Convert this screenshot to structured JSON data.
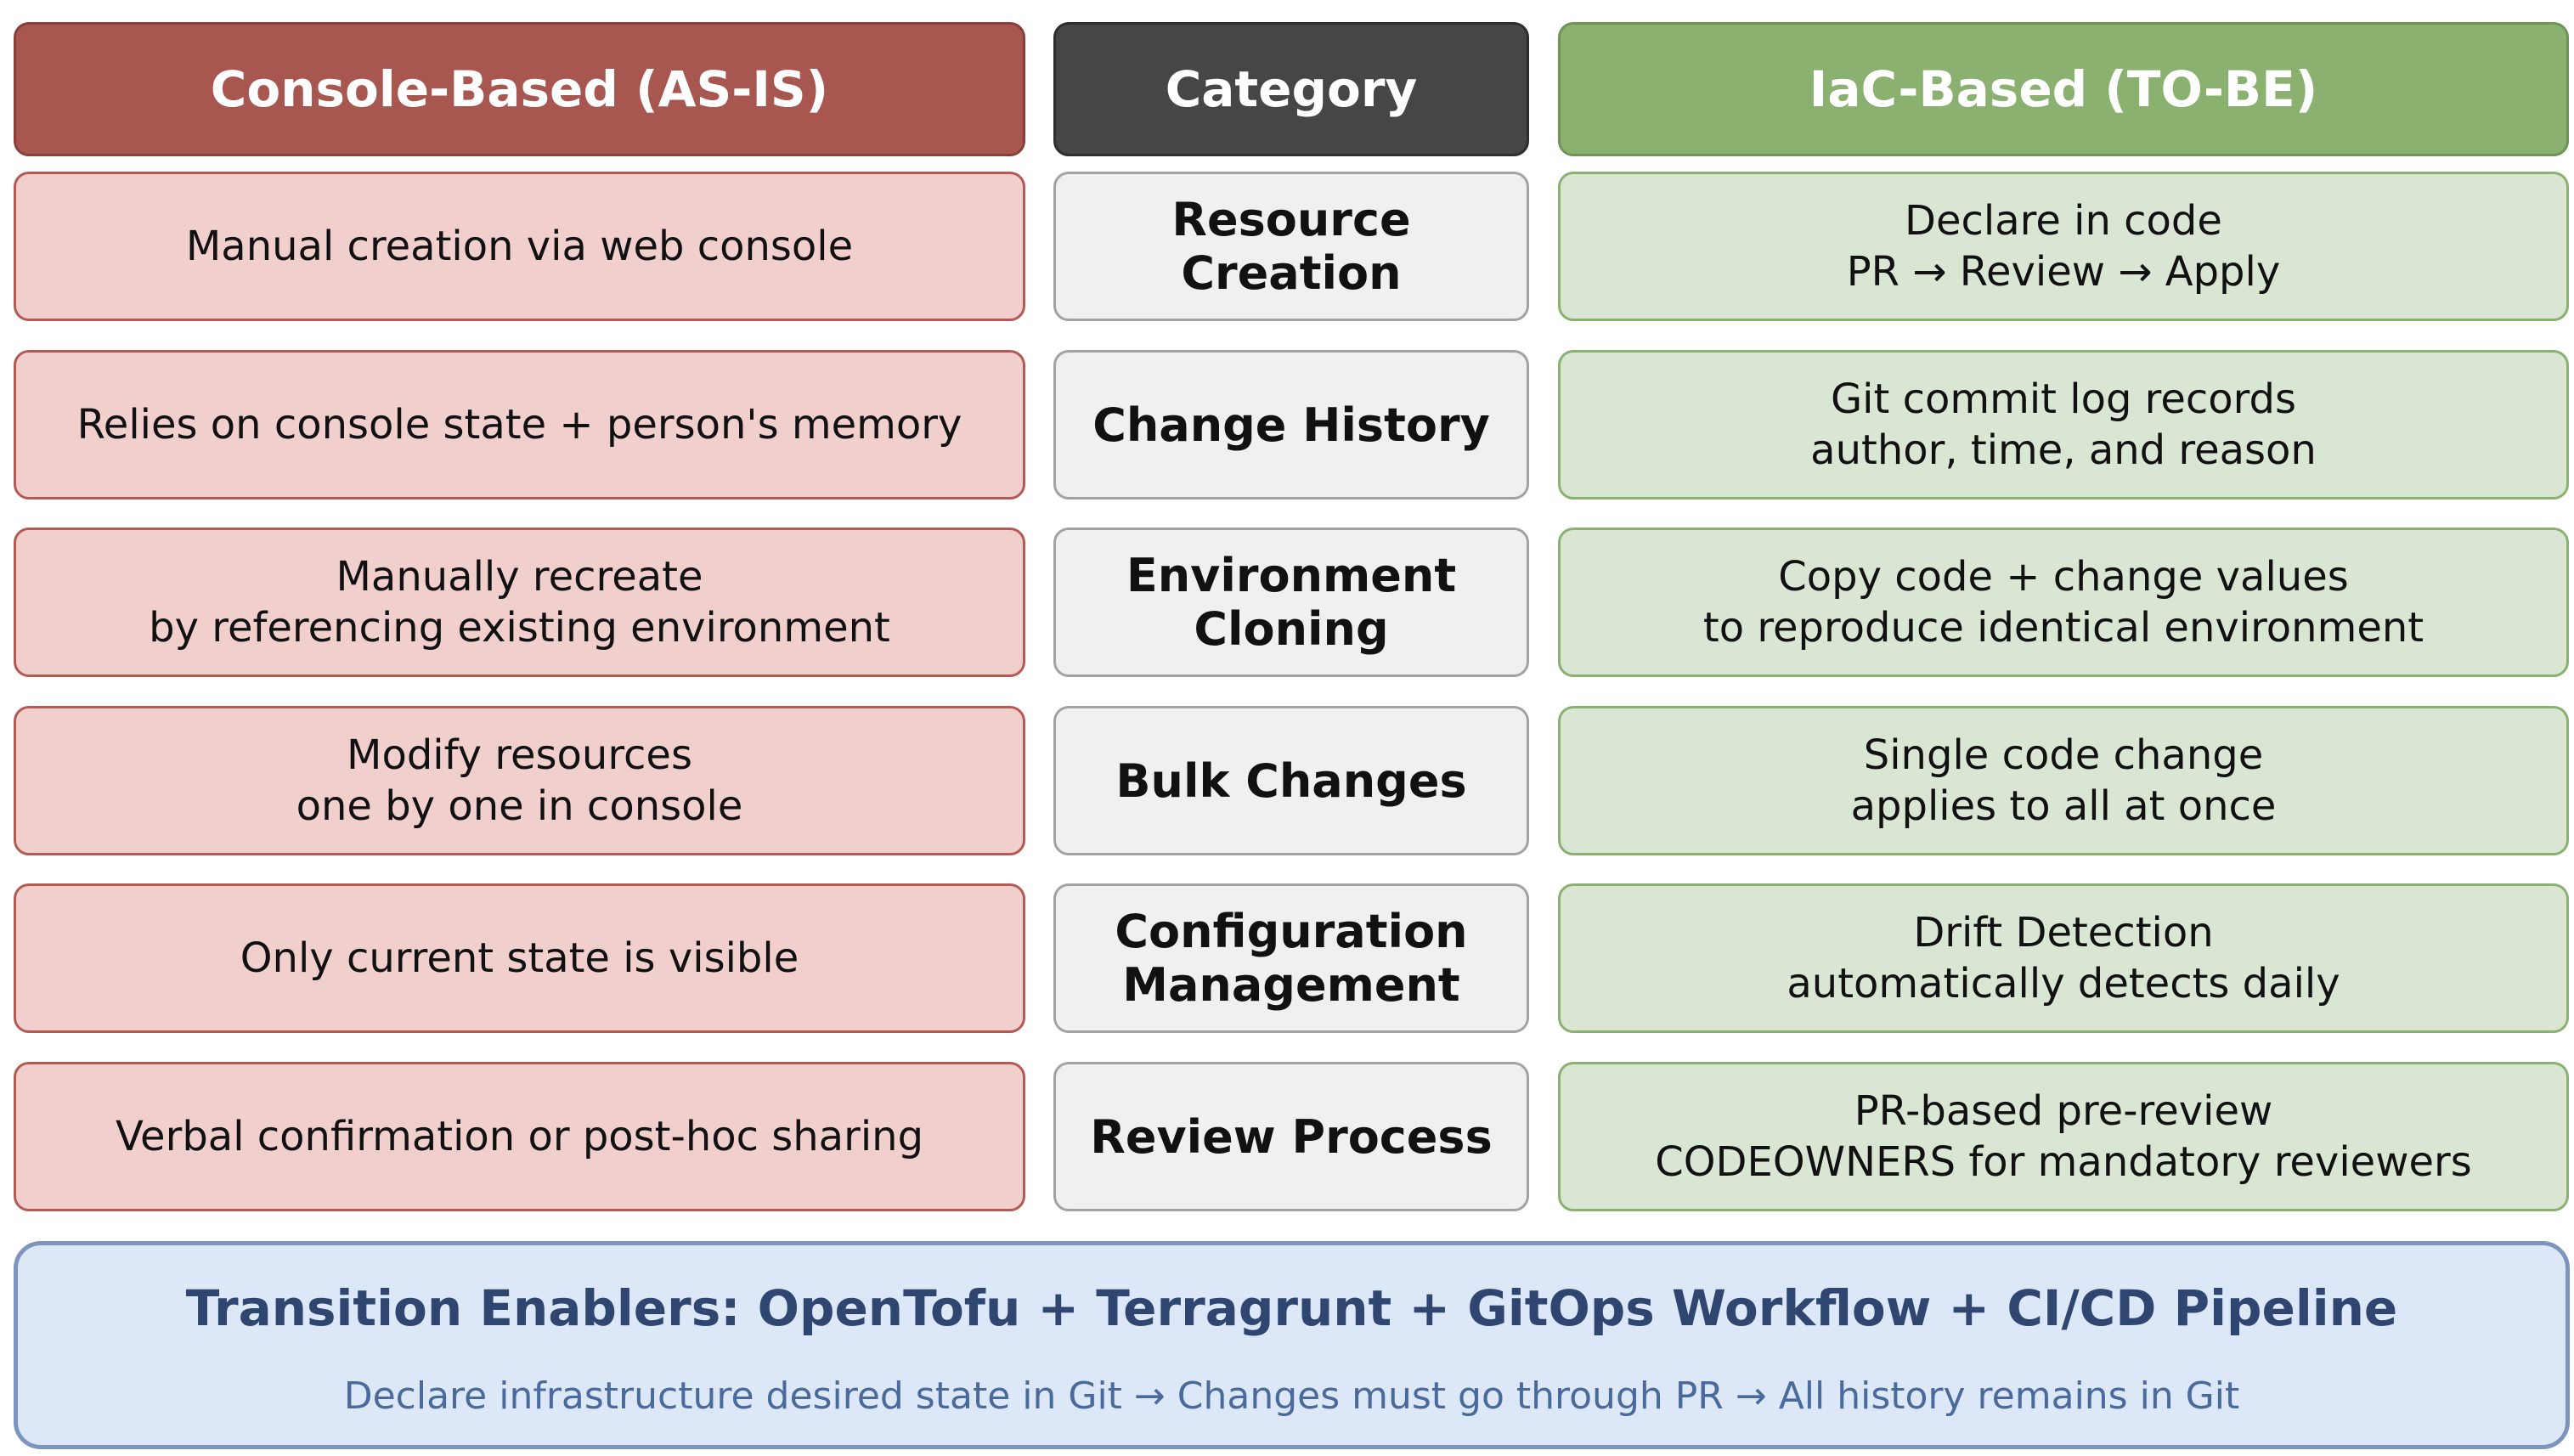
{
  "headers": {
    "left": "Console-Based (AS-IS)",
    "middle": "Category",
    "right": "IaC-Based (TO-BE)"
  },
  "rows": [
    {
      "category": "Resource Creation",
      "as_is": "Manual creation via web console",
      "to_be": "Declare in code\nPR → Review → Apply"
    },
    {
      "category": "Change History",
      "as_is": "Relies on console state + person's memory",
      "to_be": "Git commit log records\nauthor, time, and reason"
    },
    {
      "category": "Environment\nCloning",
      "as_is": "Manually recreate\nby referencing existing environment",
      "to_be": "Copy code + change values\nto reproduce identical environment"
    },
    {
      "category": "Bulk Changes",
      "as_is": "Modify resources\none by one in console",
      "to_be": "Single code change\napplies to all at once"
    },
    {
      "category": "Configuration\nManagement",
      "as_is": "Only current state is visible",
      "to_be": "Drift Detection\nautomatically detects daily"
    },
    {
      "category": "Review Process",
      "as_is": "Verbal confirmation or post-hoc sharing",
      "to_be": "PR-based pre-review\nCODEOWNERS for mandatory reviewers"
    }
  ],
  "footer": {
    "title": "Transition Enablers: OpenTofu + Terragrunt + GitOps Workflow + CI/CD Pipeline",
    "subtitle": "Declare infrastructure desired state in Git → Changes must go through PR → All history remains in Git"
  },
  "colors": {
    "as_is_header": "#a85750",
    "category_header": "#464646",
    "to_be_header": "#8bb170",
    "as_is_cell": "#f1cfcd",
    "category_cell": "#f0f0f0",
    "to_be_cell": "#d8e6d3",
    "footer_bg": "#dce8f8",
    "footer_text": "#2e4670"
  }
}
